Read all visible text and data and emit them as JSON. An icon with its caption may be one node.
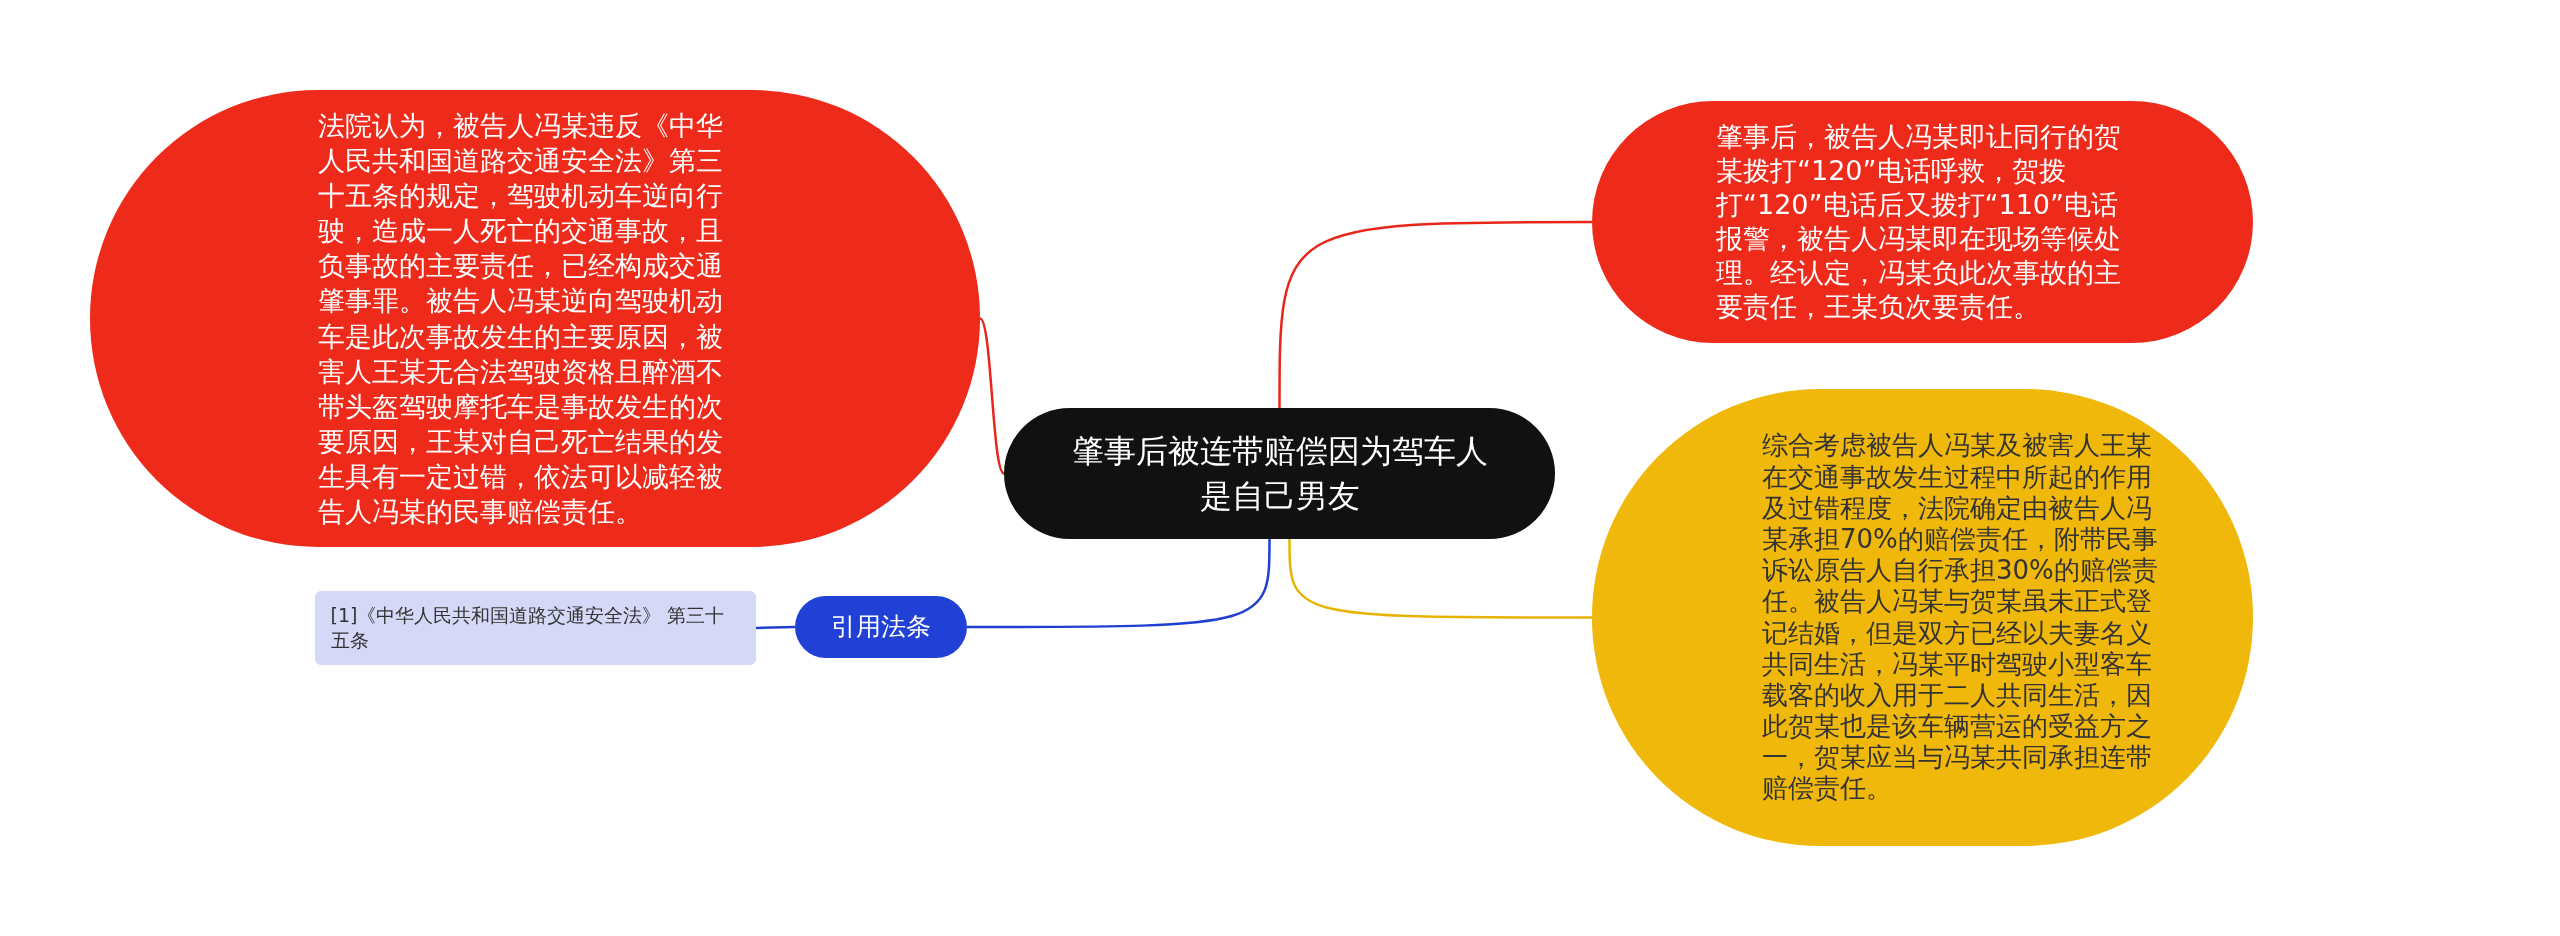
{
  "diagram": {
    "nodes": [
      {
        "text": [
          "肇事后被连带赔偿因为驾车人是自己男友"
        ]
      },
      {
        "text": [
          "法院认为，被告人冯某违反《中华人民共和国道路交通安全法》第三十五条的规定，驾驶机动车逆向行驶，造成一人死亡的交通事故，且负事故的主要责任，已经构成交通肇事罪。被告人冯某逆向驾驶机动车是此次事故发生的主要原因，被害人王某无合法驾驶资格且醉酒不带头盔驾驶摩托车是事故发生的次要原因，王某对自己死亡结果的发生具有一定过错，依法可以减轻被告人冯某的民事赔偿责任。"
        ]
      },
      {
        "text": [
          "肇事后，被告人冯某即让同行的贺某拨打“120”电话呼救，贺拨打“120”电话后又拨打“110”电话报警，被告人冯某即在现场等候处理。经认定，冯某负此次事故的主要责任，王某负次要责任。"
        ]
      },
      {
        "text": [
          "综合考虑被告人冯某及被害人王某在交通事故发生过程中所起的作用及过错程度，法院确定由被告人冯某承担70%的赔偿责任，附带民事诉讼原告人自行承担30%的赔偿责任。被告人冯某与贺某虽未正式登记结婚，但是双方已经以夫妻名义共同生活，冯某平时驾驶小型客车载客的收入用于二人共同生活，因此贺某也是该车辆营运的受益方之一，贺某应当与冯某共同承担连带赔偿责任。"
        ]
      },
      {
        "text": [
          "引用法条"
        ]
      },
      {
        "text": [
          "[1]《中华人民共和国道路交通安全法》 第三十五条"
        ]
      }
    ],
    "edges": [
      {
        "from": 0,
        "to": 1,
        "arrow": "none",
        "color": "#e8261a"
      },
      {
        "from": 0,
        "to": 2,
        "arrow": "none",
        "color": "#e8261a"
      },
      {
        "from": 0,
        "to": 3,
        "arrow": "none",
        "color": "#e6b400"
      },
      {
        "from": 0,
        "to": 4,
        "arrow": "none",
        "color": "#1f3fd0"
      },
      {
        "from": 4,
        "to": 5,
        "arrow": "none",
        "color": "#1f3fd0"
      }
    ]
  }
}
